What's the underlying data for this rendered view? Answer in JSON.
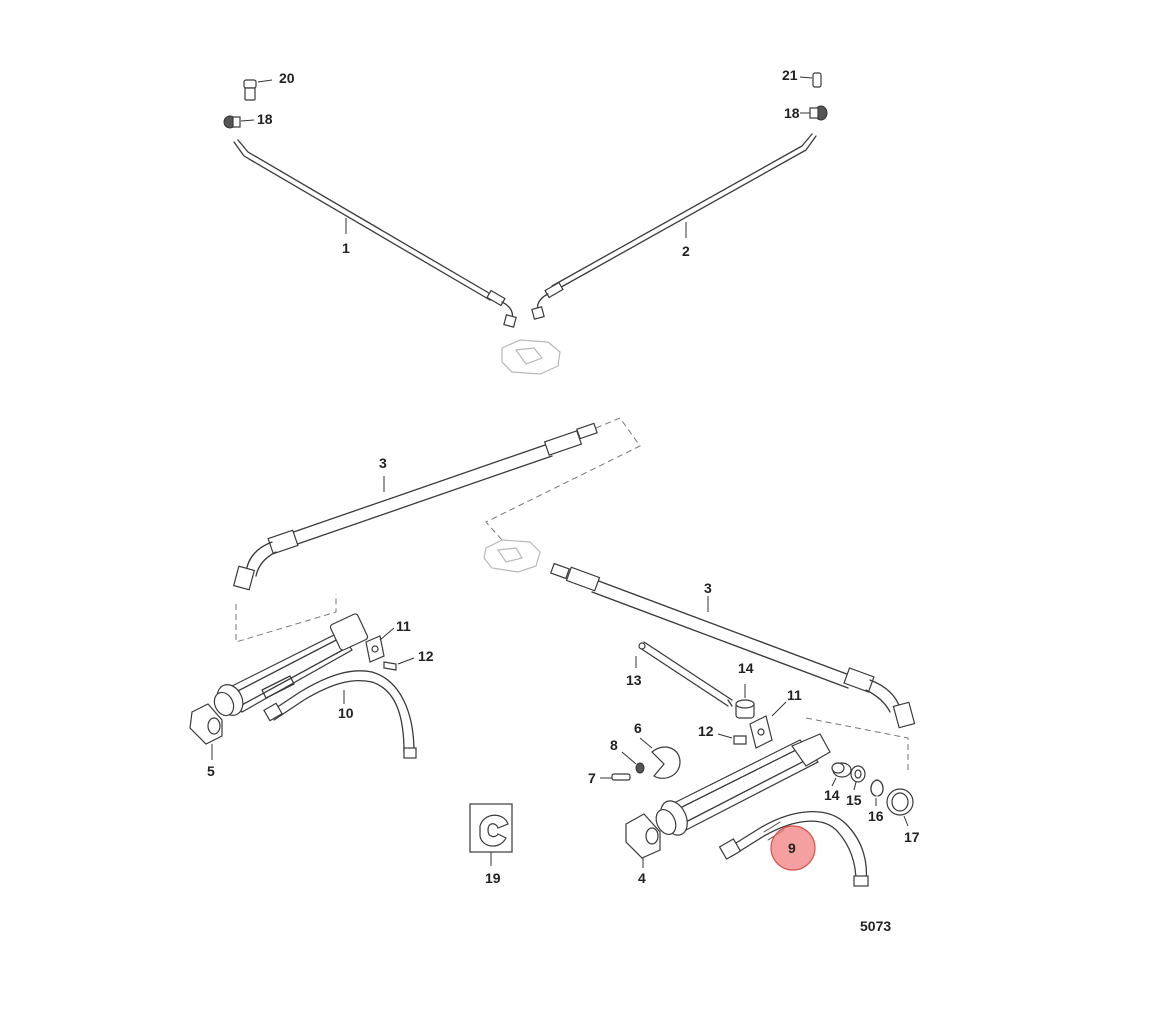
{
  "figure_number": "5073",
  "highlight": {
    "part": "9",
    "color": "#f08080",
    "stroke": "#d9534f"
  },
  "callouts": [
    {
      "id": "c20",
      "label": "20"
    },
    {
      "id": "c18a",
      "label": "18"
    },
    {
      "id": "c21",
      "label": "21"
    },
    {
      "id": "c18b",
      "label": "18"
    },
    {
      "id": "c1",
      "label": "1"
    },
    {
      "id": "c2",
      "label": "2"
    },
    {
      "id": "c3a",
      "label": "3"
    },
    {
      "id": "c3b",
      "label": "3"
    },
    {
      "id": "c11a",
      "label": "11"
    },
    {
      "id": "c12a",
      "label": "12"
    },
    {
      "id": "c10",
      "label": "10"
    },
    {
      "id": "c5",
      "label": "5"
    },
    {
      "id": "c13",
      "label": "13"
    },
    {
      "id": "c14a",
      "label": "14"
    },
    {
      "id": "c11b",
      "label": "11"
    },
    {
      "id": "c6",
      "label": "6"
    },
    {
      "id": "c12b",
      "label": "12"
    },
    {
      "id": "c8",
      "label": "8"
    },
    {
      "id": "c7",
      "label": "7"
    },
    {
      "id": "c14b",
      "label": "14"
    },
    {
      "id": "c15",
      "label": "15"
    },
    {
      "id": "c16",
      "label": "16"
    },
    {
      "id": "c17",
      "label": "17"
    },
    {
      "id": "c19",
      "label": "19"
    },
    {
      "id": "c4",
      "label": "4"
    },
    {
      "id": "c9",
      "label": "9"
    }
  ]
}
